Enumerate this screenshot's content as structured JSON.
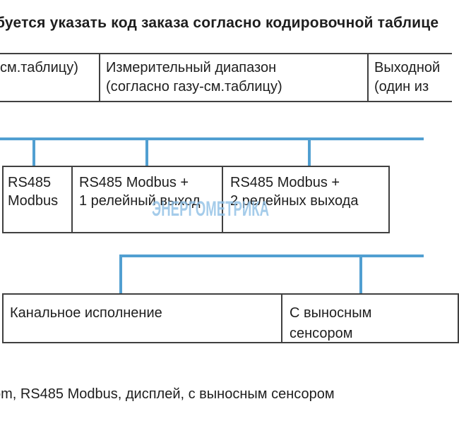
{
  "colors": {
    "connector_blue": "#519fd1",
    "border_dark": "#404040",
    "watermark_blue": "#8fc0e6",
    "text_dark": "#1e1e1e"
  },
  "title": "буется указать код заказа согласно кодировочной таблице",
  "spec_row": {
    "cell_gas": "см.таблицу)",
    "cell_range_line1": "Измерительный диапазон",
    "cell_range_line2": "(согласно газу-см.таблицу)",
    "cell_output_line1": "Выходной",
    "cell_output_line2": "(один из"
  },
  "interface_row": {
    "box1_line1": "RS485",
    "box1_line2": "Modbus",
    "box2_line1": "RS485 Modbus +",
    "box2_line2": "1 релейный выход",
    "box3_line1": "RS485 Modbus +",
    "box3_line2": "2 релейных выхода"
  },
  "mounting_row": {
    "box1": "Канальное исполнение",
    "box2_line1": "С выносным",
    "box2_line2": "сенсором"
  },
  "watermark": "ЭНЕРГОМЕТРИКА",
  "footer": "om, RS485 Modbus, дисплей, с выносным сенсором"
}
